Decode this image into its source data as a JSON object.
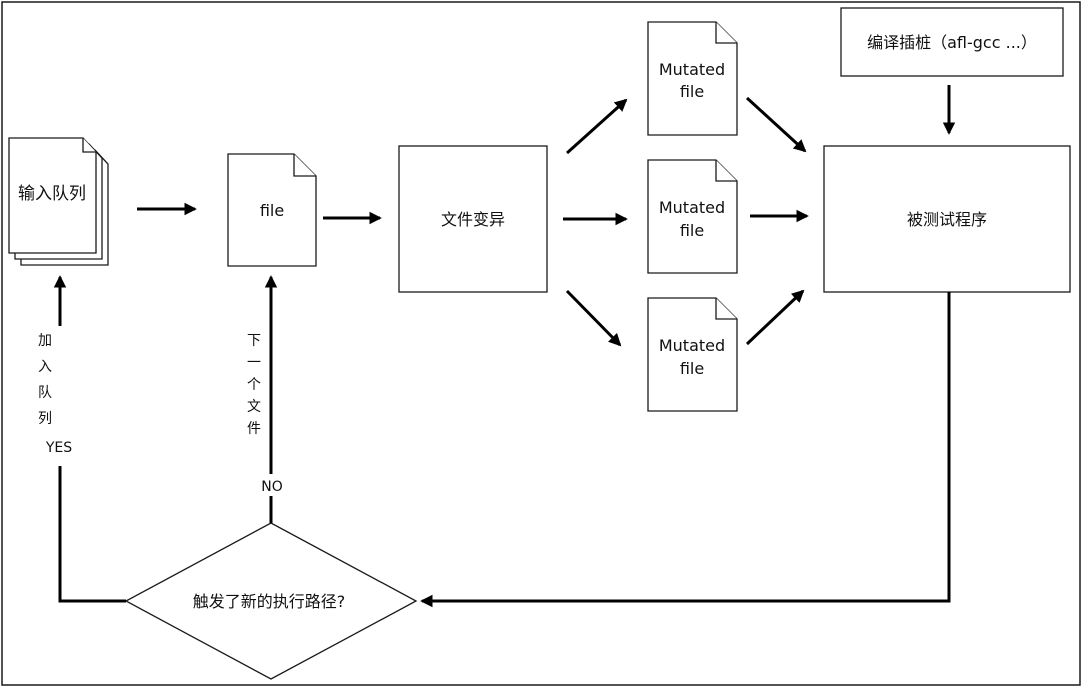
{
  "nodes": {
    "input_queue": "输入队列",
    "file": "file",
    "mutation": "文件变异",
    "mutated_file_1_line1": "Mutated",
    "mutated_file_1_line2": "file",
    "mutated_file_2_line1": "Mutated",
    "mutated_file_2_line2": "file",
    "mutated_file_3_line1": "Mutated",
    "mutated_file_3_line2": "file",
    "target_program": "被测试程序",
    "instrumentation": "编译插桩（afl-gcc ...）",
    "decision": "触发了新的执行路径?"
  },
  "edges": {
    "yes_label": "YES",
    "no_label": "NO",
    "add_to_queue_chars": [
      "加",
      "入",
      "队",
      "列"
    ],
    "next_file_chars": [
      "下",
      "一",
      "个",
      "文",
      "件"
    ]
  }
}
